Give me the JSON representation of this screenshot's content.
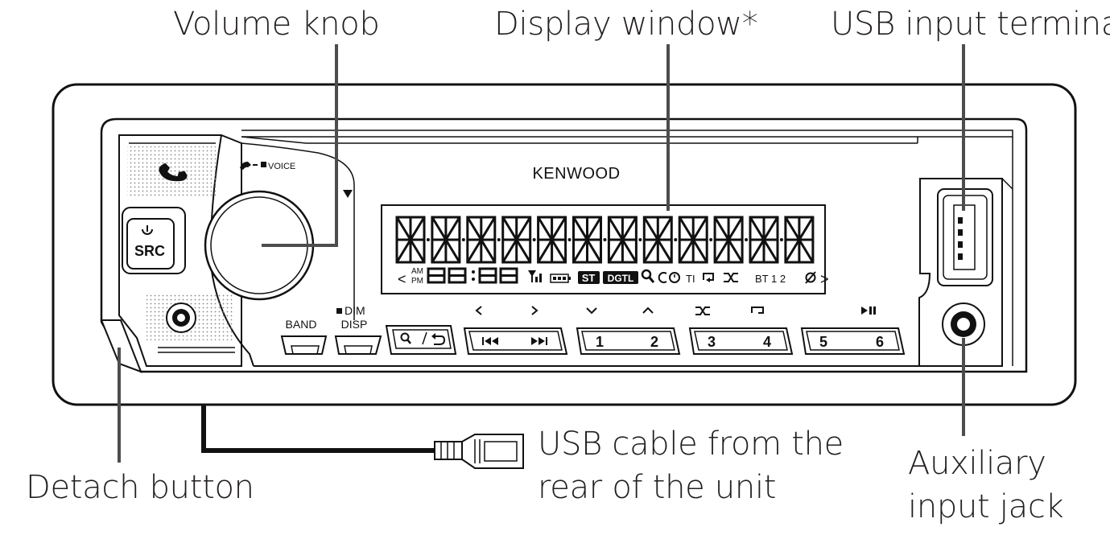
{
  "callouts": {
    "volume_knob": "Volume knob",
    "display_window": "Display window*",
    "usb_terminal": "USB input terminal",
    "detach_button": "Detach button",
    "usb_cable_line1": "USB cable from the",
    "usb_cable_line2": "rear of the unit",
    "aux_line1": "Auxiliary",
    "aux_line2": "input jack"
  },
  "unit": {
    "brand": "KENWOOD",
    "voice_label": "VOICE",
    "src_label": "SRC",
    "band_label": "BAND",
    "dim_label": "DIM",
    "disp_label": "DISP",
    "display": {
      "am": "AM",
      "pm": "PM",
      "ti": "TI",
      "st": "ST",
      "dgtl": "DGTL",
      "bt": "BT 1 2"
    },
    "preset_buttons": [
      "1",
      "2",
      "3",
      "4",
      "5",
      "6"
    ]
  },
  "icons": {
    "phone": "phone-icon",
    "power": "power-icon",
    "search": "search-icon",
    "back": "back-icon",
    "prev": "prev-track-icon",
    "next": "next-track-icon",
    "down": "chevron-down-icon",
    "up": "chevron-up-icon",
    "shuffle": "shuffle-icon",
    "repeat": "repeat-icon",
    "playpause": "play-pause-icon"
  }
}
